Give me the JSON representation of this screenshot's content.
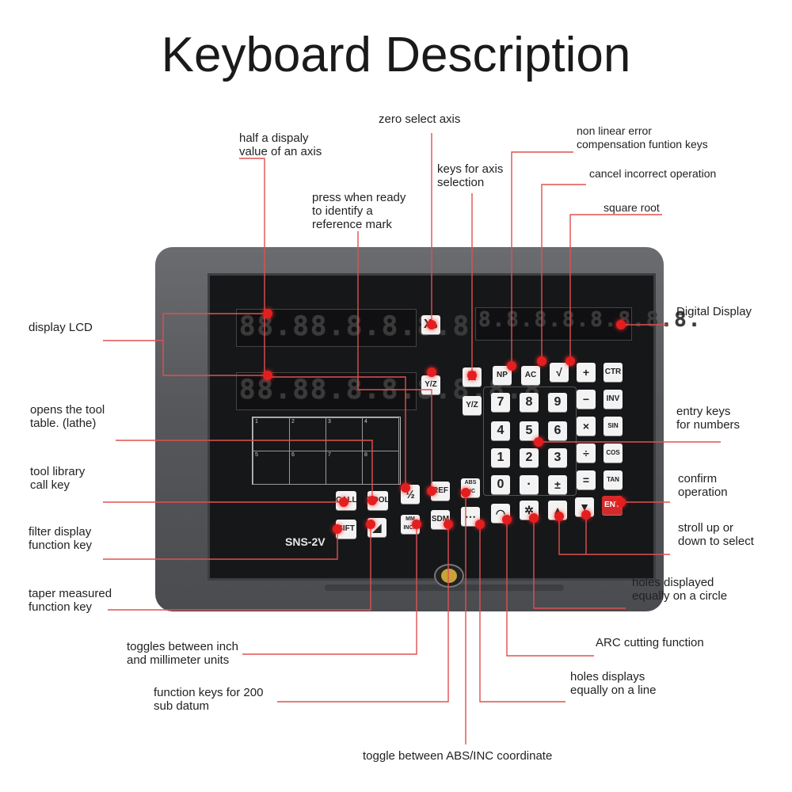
{
  "title": "Keyboard Description",
  "device": {
    "model": "SNS-2V",
    "display_top": "88.88.8.8.8.8.8.8.",
    "display_bottom": "88.88.8.8.8.8.8.8.",
    "digital_display": "8.8.8.8.8.8.8.8."
  },
  "keys": {
    "x0": "X₀",
    "yz_small": "Y/Z",
    "x": "X",
    "yz": "Y/Z",
    "np": "NP",
    "ac": "AC",
    "sqrt": "√",
    "plus": "+",
    "ctr": "CTR",
    "minus": "−",
    "inv": "INV",
    "times": "×",
    "sin": "SIN",
    "div": "÷",
    "cos": "COS",
    "pm": "±",
    "eq": "=",
    "tan": "TAN",
    "ent": "ENT",
    "n7": "7",
    "n8": "8",
    "n9": "9",
    "n4": "4",
    "n5": "5",
    "n6": "6",
    "n1": "1",
    "n2": "2",
    "n3": "3",
    "n0": "0",
    "dot": "·",
    "call": "CALL",
    "tool": "TOOL",
    "half": "½",
    "ref": "REF",
    "absinc": "ABS INC",
    "sift": "SIFT",
    "taper": "◢",
    "mminch": "MM INCH",
    "sdm": "SDM",
    "line": "⋯",
    "arc": "◠",
    "pcd": "✲",
    "up": "▲",
    "down": "▼"
  },
  "labels": {
    "half_axis": "half a dispaly\nvalue of an axis",
    "zero_axis": "zero select axis",
    "ref_mark": "press when ready\nto identify a\nreference mark",
    "axis_select": "keys for axis\nselection",
    "nonlinear": "non linear error\ncompensation funtion keys",
    "cancel": "cancel incorrect operation",
    "sqrt": "square root",
    "display_lcd": "display LCD",
    "digital_display": "Digital Display",
    "tool_table": "opens the tool\ntable. (lathe)",
    "entry_keys": "entry keys\nfor numbers",
    "tool_library": "tool library\ncall key",
    "confirm": "confirm\noperation",
    "filter": "filter display\nfunction key",
    "stroll": "stroll up or\ndown to select",
    "taper": "taper measured\nfunction key",
    "holes_circle": "holes displayed\nequally on a circle",
    "inch_mm": "toggles between inch\nand millimeter units",
    "arc": "ARC cutting function",
    "sub_datum": "function keys for 200\nsub datum",
    "holes_line": "holes displays\nequally on a line",
    "abs_inc": "toggle between ABS/INC coordinate"
  },
  "colors": {
    "accent": "#e41e1e",
    "body": "#5a5c60",
    "face": "#161719"
  }
}
